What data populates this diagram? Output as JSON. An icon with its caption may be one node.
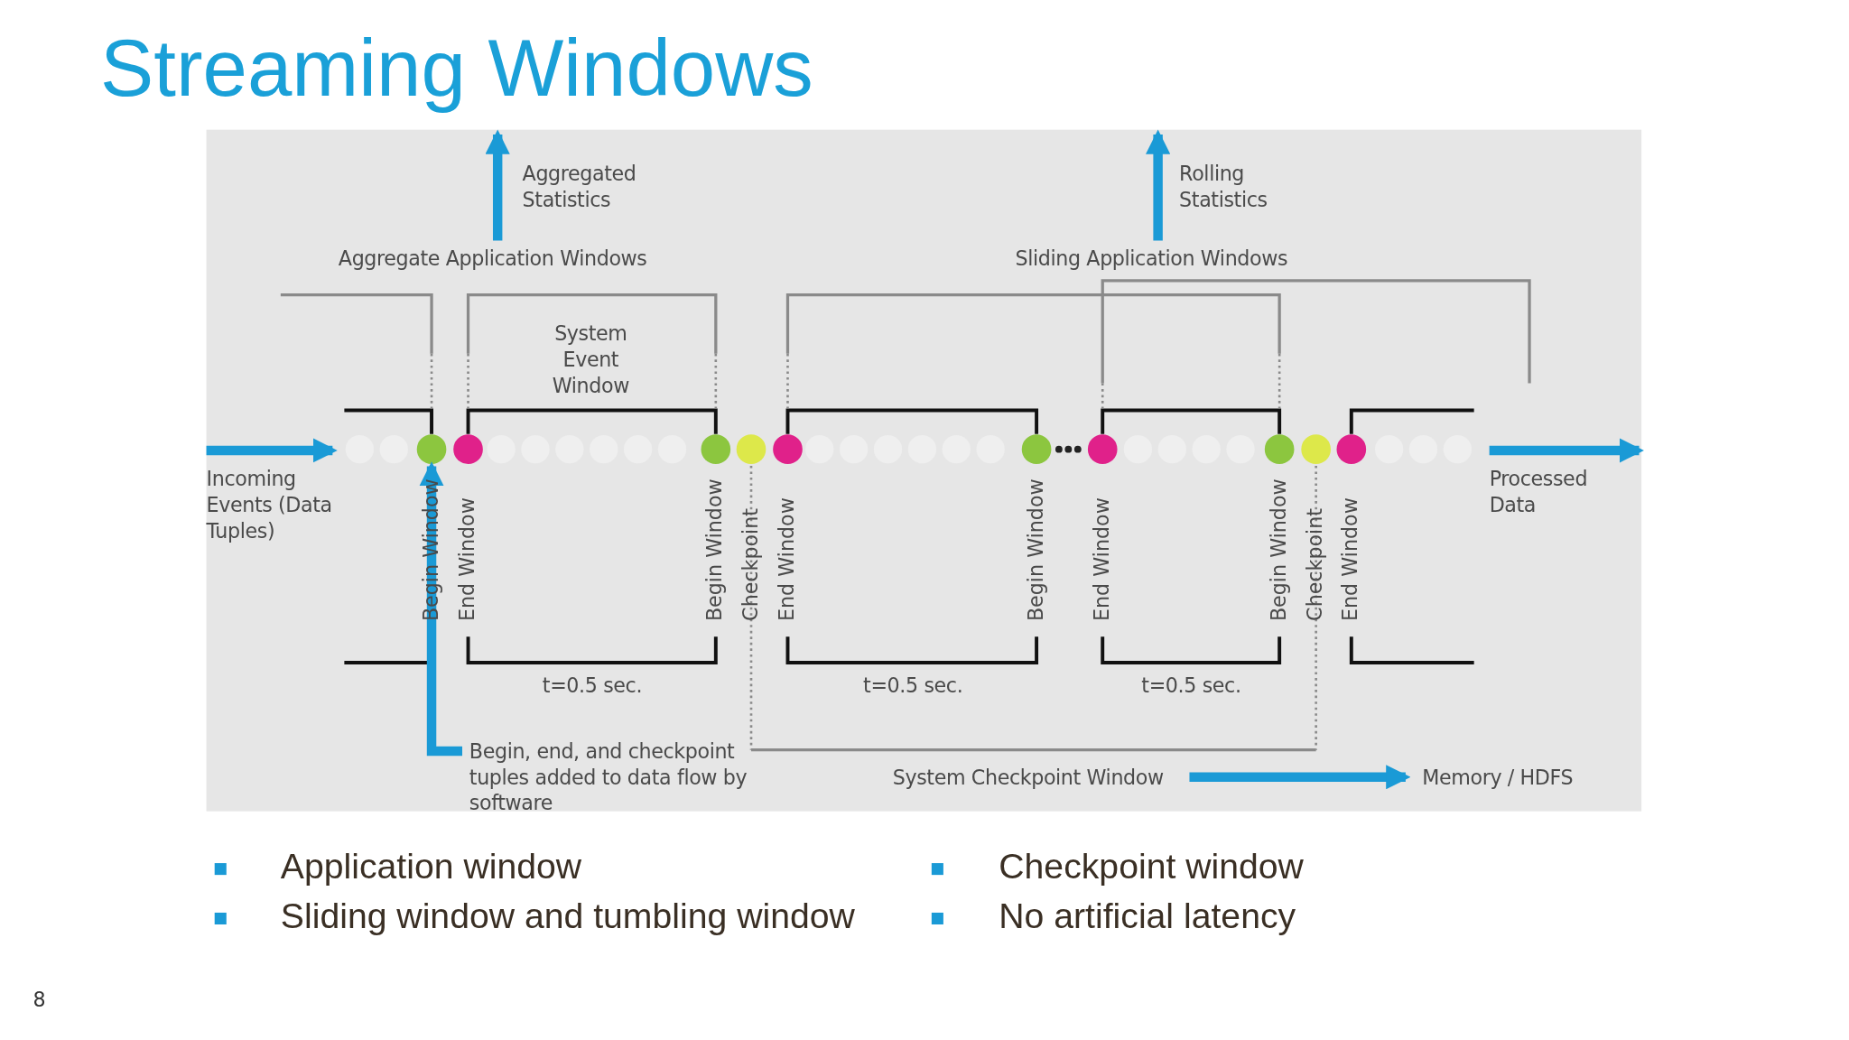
{
  "diagram": {
    "title": "Streaming Windows",
    "nodes": [
      {
        "text": [
          "Aggregate Application Windows"
        ]
      },
      {
        "text": [
          "Aggregated Statistics"
        ]
      },
      {
        "text": [
          "Sliding Application Windows"
        ]
      },
      {
        "text": [
          "Rolling Statistics"
        ]
      },
      {
        "text": [
          "Incoming Events (Data Tuples)"
        ]
      },
      {
        "text": [
          "Processed Data"
        ]
      },
      {
        "text": [
          "Begin, end, and checkpoint tuples added to data flow by software"
        ]
      },
      {
        "text": [
          "System Checkpoint Window"
        ]
      },
      {
        "text": [
          "Memory / HDFS"
        ]
      },
      {
        "text": [],
        "shape": "circle"
      },
      {
        "text": [],
        "shape": "circle"
      },
      {
        "text": [],
        "shape": "circle"
      },
      {
        "text": [],
        "shape": "circle"
      },
      {
        "text": [],
        "shape": "circle"
      },
      {
        "text": [],
        "shape": "circle"
      },
      {
        "text": [],
        "shape": "circle"
      },
      {
        "text": [],
        "shape": "circle"
      },
      {
        "text": [],
        "shape": "circle"
      },
      {
        "text": [],
        "shape": "circle"
      }
    ],
    "edges": [
      {
        "from": 0,
        "to": 1,
        "arrow": "to"
      },
      {
        "from": 2,
        "to": 3,
        "arrow": "to"
      },
      {
        "from": null,
        "to": 4,
        "arrow": "to"
      },
      {
        "from": null,
        "to": 5,
        "arrow": "to"
      },
      {
        "from": 6,
        "to": 9,
        "arrow": "to"
      },
      {
        "from": 7,
        "to": 8,
        "arrow": "to"
      }
    ],
    "labels": [
      "System Event Window",
      "Begin Window",
      "End Window",
      "Begin Window",
      "Checkpoint",
      "End Window",
      "Begin Window",
      "End Window",
      "Begin Window",
      "Checkpoint",
      "End Window",
      "t=0.5 sec.",
      "t=0.5 sec.",
      "t=0.5 sec.",
      "Application window",
      "Checkpoint window",
      "Sliding window and tumbling window",
      "No artificial latency",
      "8"
    ]
  }
}
